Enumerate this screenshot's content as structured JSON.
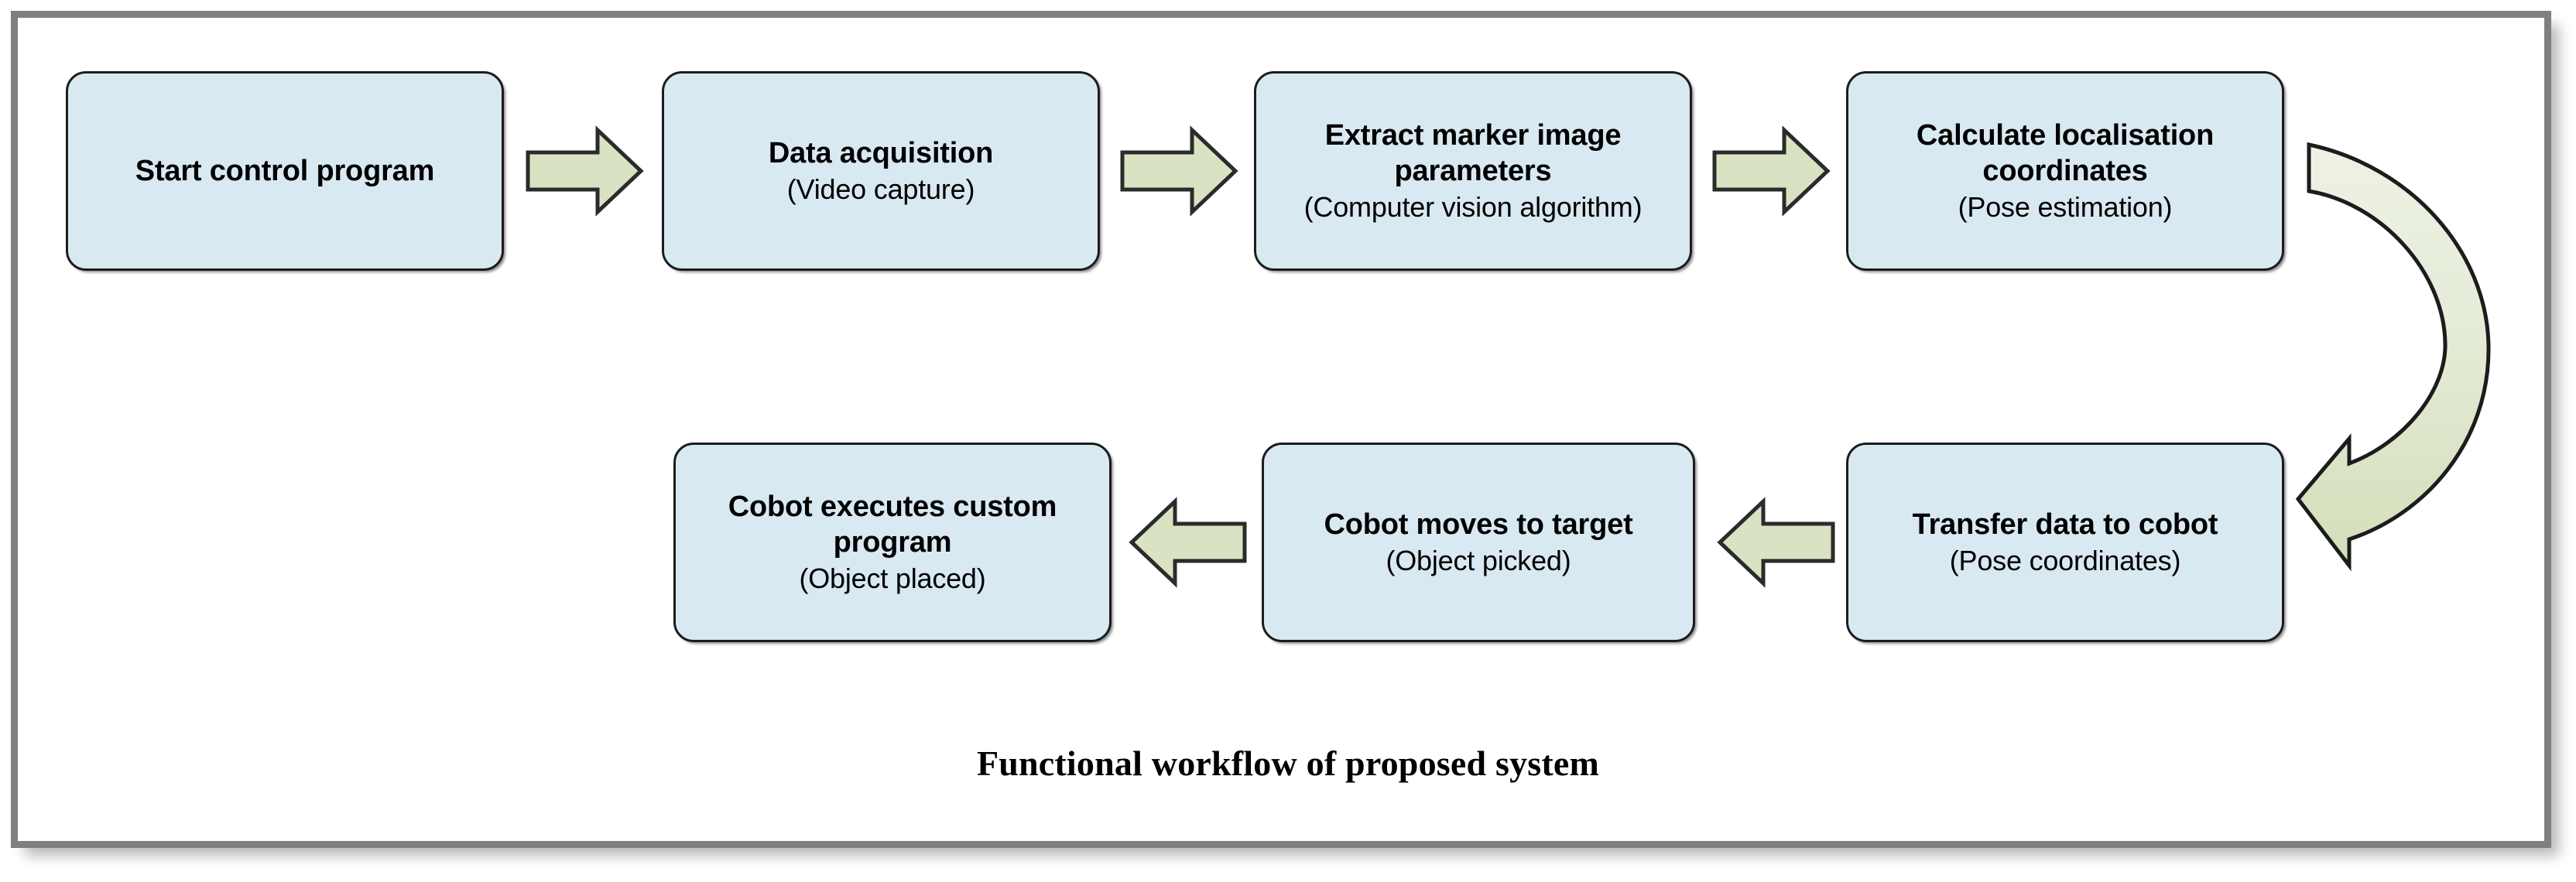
{
  "figure": {
    "caption": "Functional workflow of proposed system",
    "frame_color": "#7f7f7f",
    "background": "#ffffff"
  },
  "style": {
    "node_fill": "#d9e9f1",
    "node_stroke": "#1c1c1c",
    "arrow_fill": "#d9e3c4",
    "arrow_stroke": "#1c1c1c",
    "curved_arrow_fill_top": "#eaefe0",
    "curved_arrow_fill_bottom": "#d6e0bf"
  },
  "chart_data": {
    "type": "diagram",
    "title": "Functional workflow of proposed system",
    "nodes": [
      {
        "id": "n1",
        "title": "Start control program",
        "subtitle": "",
        "row": 1,
        "order": 1
      },
      {
        "id": "n2",
        "title": "Data acquisition",
        "subtitle": "(Video capture)",
        "row": 1,
        "order": 2
      },
      {
        "id": "n3",
        "title": "Extract marker image parameters",
        "subtitle": "(Computer vision algorithm)",
        "row": 1,
        "order": 3
      },
      {
        "id": "n4",
        "title": "Calculate localisation coordinates",
        "subtitle": "(Pose estimation)",
        "row": 1,
        "order": 4
      },
      {
        "id": "n5",
        "title": "Transfer data to cobot",
        "subtitle": "(Pose coordinates)",
        "row": 2,
        "order": 1
      },
      {
        "id": "n6",
        "title": "Cobot moves to target",
        "subtitle": "(Object picked)",
        "row": 2,
        "order": 2
      },
      {
        "id": "n7",
        "title": "Cobot executes custom program",
        "subtitle": "(Object placed)",
        "row": 2,
        "order": 3
      }
    ],
    "edges": [
      {
        "from": "n1",
        "to": "n2",
        "direction": "right",
        "shape": "block-arrow"
      },
      {
        "from": "n2",
        "to": "n3",
        "direction": "right",
        "shape": "block-arrow"
      },
      {
        "from": "n3",
        "to": "n4",
        "direction": "right",
        "shape": "block-arrow"
      },
      {
        "from": "n4",
        "to": "n5",
        "direction": "down-left",
        "shape": "curved-arrow"
      },
      {
        "from": "n5",
        "to": "n6",
        "direction": "left",
        "shape": "block-arrow"
      },
      {
        "from": "n6",
        "to": "n7",
        "direction": "left",
        "shape": "block-arrow"
      }
    ]
  },
  "nodes": {
    "n1": {
      "title": "Start control program",
      "subtitle": ""
    },
    "n2": {
      "title": "Data acquisition",
      "subtitle": "(Video capture)"
    },
    "n3a": {
      "title": "Extract marker image",
      "titleb": "parameters",
      "subtitle": "(Computer vision algorithm)"
    },
    "n4a": {
      "title": "Calculate localisation",
      "titleb": "coordinates",
      "subtitle": "(Pose estimation)"
    },
    "n5": {
      "title": "Transfer data to cobot",
      "subtitle": "(Pose coordinates)"
    },
    "n6": {
      "title": "Cobot moves to target",
      "subtitle": "(Object picked)"
    },
    "n7a": {
      "title": "Cobot executes custom",
      "titleb": "program",
      "subtitle": "(Object placed)"
    }
  },
  "arrows": {
    "a1": {
      "name": "arrow-right-1"
    },
    "a2": {
      "name": "arrow-right-2"
    },
    "a3": {
      "name": "arrow-right-3"
    },
    "a4": {
      "name": "curved-arrow-wrap"
    },
    "a5": {
      "name": "arrow-left-1"
    },
    "a6": {
      "name": "arrow-left-2"
    }
  }
}
